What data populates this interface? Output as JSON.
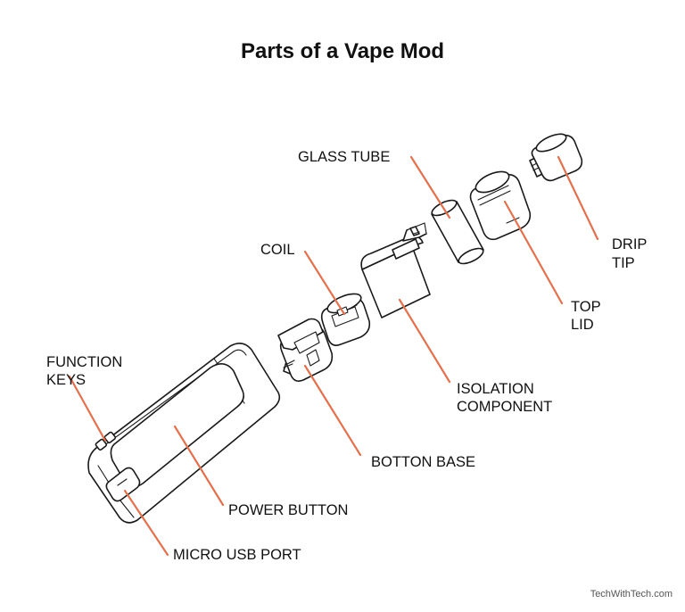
{
  "title": "Parts of a Vape Mod",
  "labels": {
    "glass_tube": "GLASS TUBE",
    "drip_tip_line1": "DRIP",
    "drip_tip_line2": "TIP",
    "coil": "COIL",
    "top_lid_line1": "TOP",
    "top_lid_line2": "LID",
    "function_keys_line1": "FUNCTION",
    "function_keys_line2": "KEYS",
    "isolation_line1": "ISOLATION",
    "isolation_line2": "COMPONENT",
    "botton_base": "BOTTON BASE",
    "power_button": "POWER BUTTON",
    "micro_usb_port": "MICRO USB PORT"
  },
  "watermark": "TechWithTech.com",
  "colors": {
    "leader_line": "#e2714f",
    "outline": "#1a1a1a",
    "text": "#111111"
  }
}
